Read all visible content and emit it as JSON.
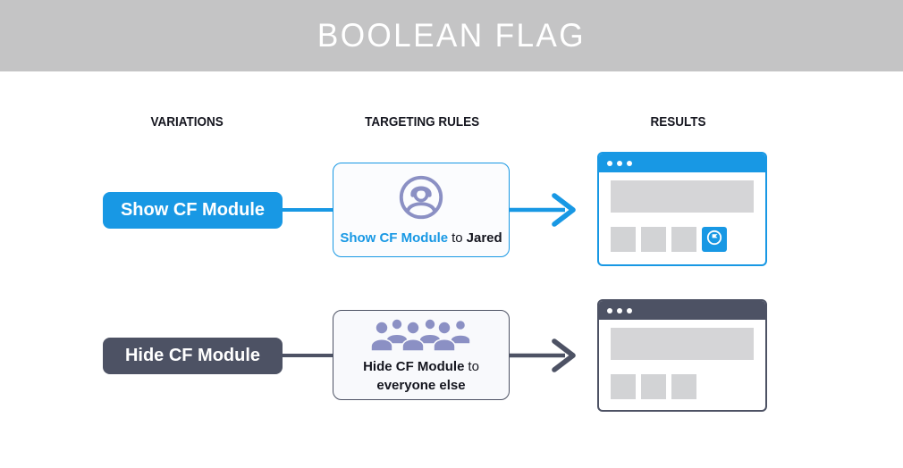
{
  "banner": {
    "title": "BOOLEAN FLAG"
  },
  "columns": {
    "variations": "VARIATIONS",
    "targeting": "TARGETING RULES",
    "results": "RESULTS"
  },
  "rows": [
    {
      "variation_label": "Show CF Module",
      "rule": {
        "icon": "single-user-icon",
        "flag_text": "Show CF Module",
        "connector_text": "to",
        "audience_text": "Jared"
      },
      "result": {
        "window_dots": 3,
        "hero_block": true,
        "placeholder_tiles": 3,
        "module_tile_visible": true
      }
    },
    {
      "variation_label": "Hide CF Module",
      "rule": {
        "icon": "crowd-icon",
        "flag_text": "Hide CF Module",
        "connector_text": "to",
        "audience_text": "everyone else"
      },
      "result": {
        "window_dots": 3,
        "hero_block": true,
        "placeholder_tiles": 3,
        "module_tile_visible": false
      }
    }
  ],
  "colors": {
    "accent_blue": "#1898e4",
    "accent_dark": "#4d5264",
    "icon_purple": "#8b90c4",
    "banner_gray": "#c4c4c5",
    "placeholder_gray": "#d5d5d7"
  }
}
